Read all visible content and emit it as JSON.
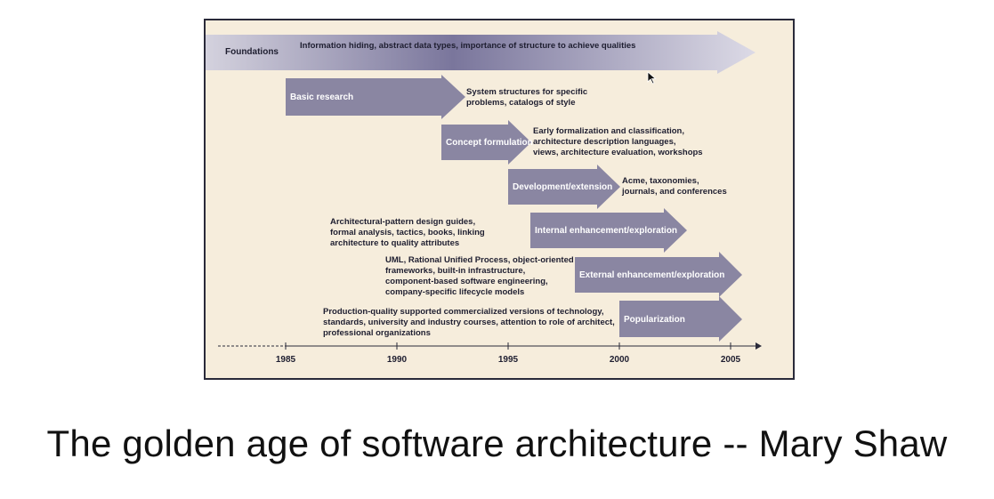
{
  "figure": {
    "phases": [
      {
        "label": "Foundations",
        "description": [
          "Information hiding, abstract data types, importance of structure to achieve qualities"
        ]
      },
      {
        "label": "Basic research",
        "description": [
          "System structures for specific",
          "problems, catalogs of style"
        ]
      },
      {
        "label": "Concept formulation",
        "description": [
          "Early formalization and classification,",
          "architecture description languages,",
          "views, architecture evaluation, workshops"
        ]
      },
      {
        "label": "Development/extension",
        "description": [
          "Acme, taxonomies,",
          "journals, and conferences"
        ]
      },
      {
        "label": "Internal enhancement/exploration",
        "description": [
          "Architectural-pattern design guides,",
          "formal analysis, tactics, books, linking",
          "architecture to quality attributes"
        ]
      },
      {
        "label": "External enhancement/exploration",
        "description": [
          "UML, Rational Unified Process, object-oriented",
          "frameworks, built-in infrastructure,",
          "component-based software engineering,",
          "company-specific lifecycle models"
        ]
      },
      {
        "label": "Popularization",
        "description": [
          "Production-quality supported commercialized versions of technology,",
          "standards, university and industry courses, attention to role of architect,",
          "professional organizations"
        ]
      }
    ],
    "axis_years": [
      "1985",
      "1990",
      "1995",
      "2000",
      "2005"
    ],
    "colors": {
      "arrow": "#8a86a2",
      "foundations_dark": "#6e6a92",
      "foundations_light": "#dcdae6",
      "background": "#f6eddc"
    }
  },
  "caption": "The golden age of software architecture -- Mary Shaw"
}
